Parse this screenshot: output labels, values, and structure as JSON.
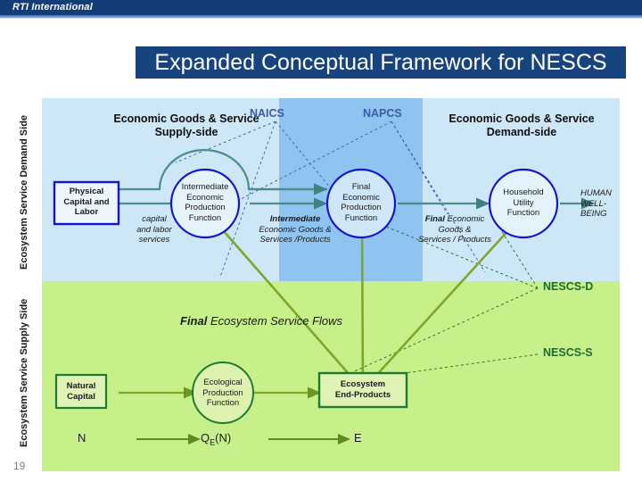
{
  "header": {
    "brand": "RTI International"
  },
  "title": "Expanded Conceptual Framework for NESCS",
  "slide_number": "19",
  "side_labels": {
    "demand": "Ecosystem Service Demand Side",
    "supply": "Ecosystem Service Supply Side"
  },
  "section_heads": {
    "supply_side": "Economic Goods & Service\nSupply-side",
    "demand_side": "Economic Goods & Service\nDemand-side"
  },
  "classification_labels": {
    "naics": "NAICS",
    "napcs": "NAPCS"
  },
  "nescs_labels": {
    "demand": "NESCS-D",
    "supply": "NESCS-S"
  },
  "nodes": {
    "physical_capital": "Physical\nCapital and\nLabor",
    "intermediate_epf": "Intermediate\nEconomic\nProduction\nFunction",
    "final_epf": "Final\nEconomic\nProduction\nFunction",
    "household_utility": "Household\nUtility\nFunction",
    "natural_capital": "Natural\nCapital",
    "ecological_pf": "Ecological\nProduction\nFunction",
    "ecosystem_end_products": "Ecosystem\nEnd-Products"
  },
  "flow_labels": {
    "capital_labor_services": "capital\nand labor\nservices",
    "intermediate_goods_bold": "Intermediate",
    "intermediate_goods_rest": "Economic Goods &\nServices /Products",
    "final_goods_bold": "Final",
    "final_goods_rest": " Economic\nGoods &\nServices / Products",
    "human_wellbeing": "HUMAN\nWELL-\nBEING",
    "final_es_flows_bold": "Final",
    "final_es_flows_rest": " Ecosystem Service Flows"
  },
  "equation_row": {
    "n": "N",
    "qen_main": "Q",
    "qen_sub": "E",
    "qen_tail": "(N)",
    "e": "E"
  },
  "colors": {
    "header_blue": "#133D76",
    "title_blue": "#17437F",
    "panel_light_blue": "#CDE7F7",
    "panel_mid_blue": "#8FC3F0",
    "panel_green": "#C8F08A",
    "node_blue_stroke": "#1414C8",
    "node_green_stroke": "#1E7B32",
    "teal_arrow": "#4D8C8C",
    "green_arrow": "#7FA52B",
    "dashed_blue": "#3B5BA5",
    "dashed_green": "#1E6B2F",
    "class_label": "#3B5BA5",
    "nescs_label": "#1E6B2F"
  }
}
